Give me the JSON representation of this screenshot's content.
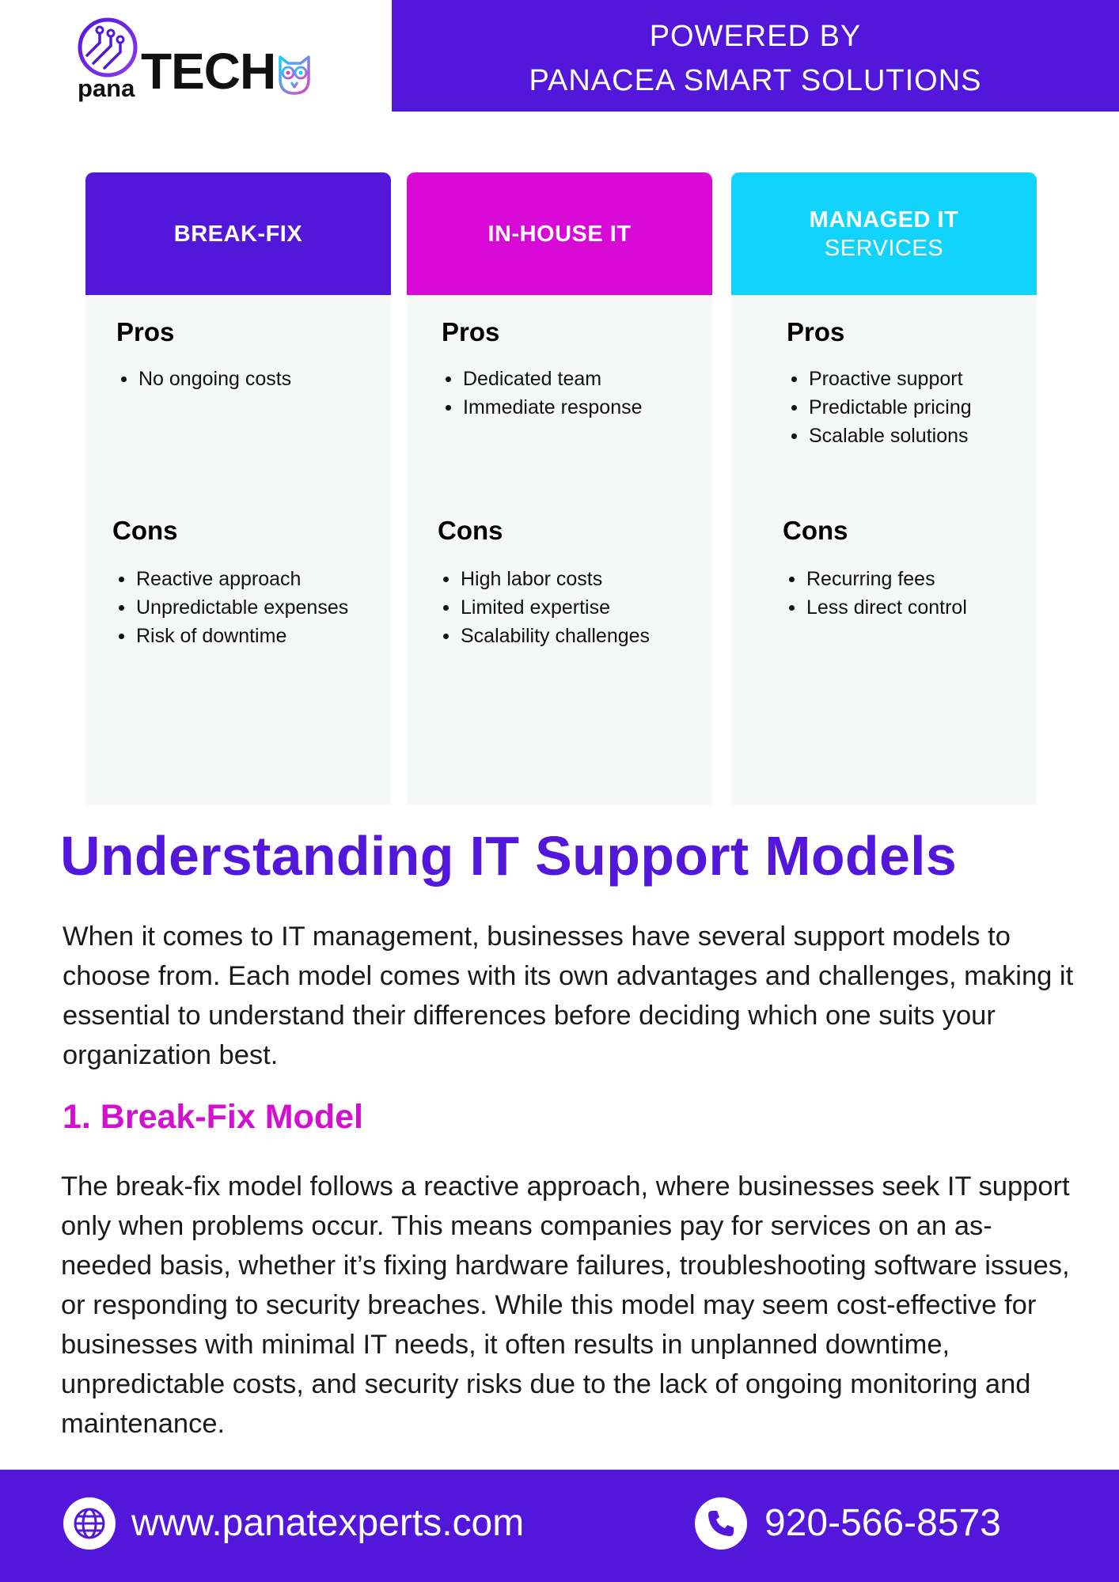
{
  "header": {
    "logo_prefix": "pana",
    "logo_main": "TECH",
    "powered_line1": "POWERED BY",
    "powered_line2": "PANACEA SMART SOLUTIONS"
  },
  "cards": [
    {
      "title": "BREAK-FIX",
      "subtitle": "",
      "pros_label": "Pros",
      "pros": [
        "No ongoing costs"
      ],
      "cons_label": "Cons",
      "cons": [
        "Reactive approach",
        "Unpredictable expenses",
        "Risk of downtime"
      ]
    },
    {
      "title": "IN-HOUSE IT",
      "subtitle": "",
      "pros_label": "Pros",
      "pros": [
        "Dedicated team",
        "Immediate response"
      ],
      "cons_label": "Cons",
      "cons": [
        "High labor costs",
        "Limited expertise",
        "Scalability challenges"
      ]
    },
    {
      "title": "MANAGED IT",
      "subtitle": "SERVICES",
      "pros_label": "Pros",
      "pros": [
        "Proactive support",
        "Predictable pricing",
        "Scalable solutions"
      ],
      "cons_label": "Cons",
      "cons": [
        "Recurring fees",
        "Less direct control"
      ]
    }
  ],
  "main": {
    "title": "Understanding IT Support Models",
    "intro": "When it comes to IT management, businesses have several support models to choose from. Each model comes with its own advantages and challenges, making it essential to understand their differences before deciding which one suits your organization best.",
    "section_heading": "1. Break-Fix Model",
    "section_body": "The break-fix model follows a reactive approach, where businesses seek IT support only when problems occur. This means companies pay for services on an as-needed basis, whether it’s fixing hardware failures, troubleshooting software issues, or responding to security breaches. While this model may seem cost-effective for businesses with minimal IT needs, it often results in unplanned downtime, unpredictable costs, and security risks due to the lack of ongoing monitoring and maintenance."
  },
  "footer": {
    "website": "www.panatexperts.com",
    "phone": "920-566-8573"
  },
  "colors": {
    "brand_purple": "#5316db",
    "brand_magenta": "#d808d6",
    "brand_cyan": "#12d4fb",
    "card_background": "#f6f7f7"
  },
  "icons": [
    "logo-circuit-icon",
    "owl-icon",
    "globe-icon",
    "phone-icon"
  ]
}
